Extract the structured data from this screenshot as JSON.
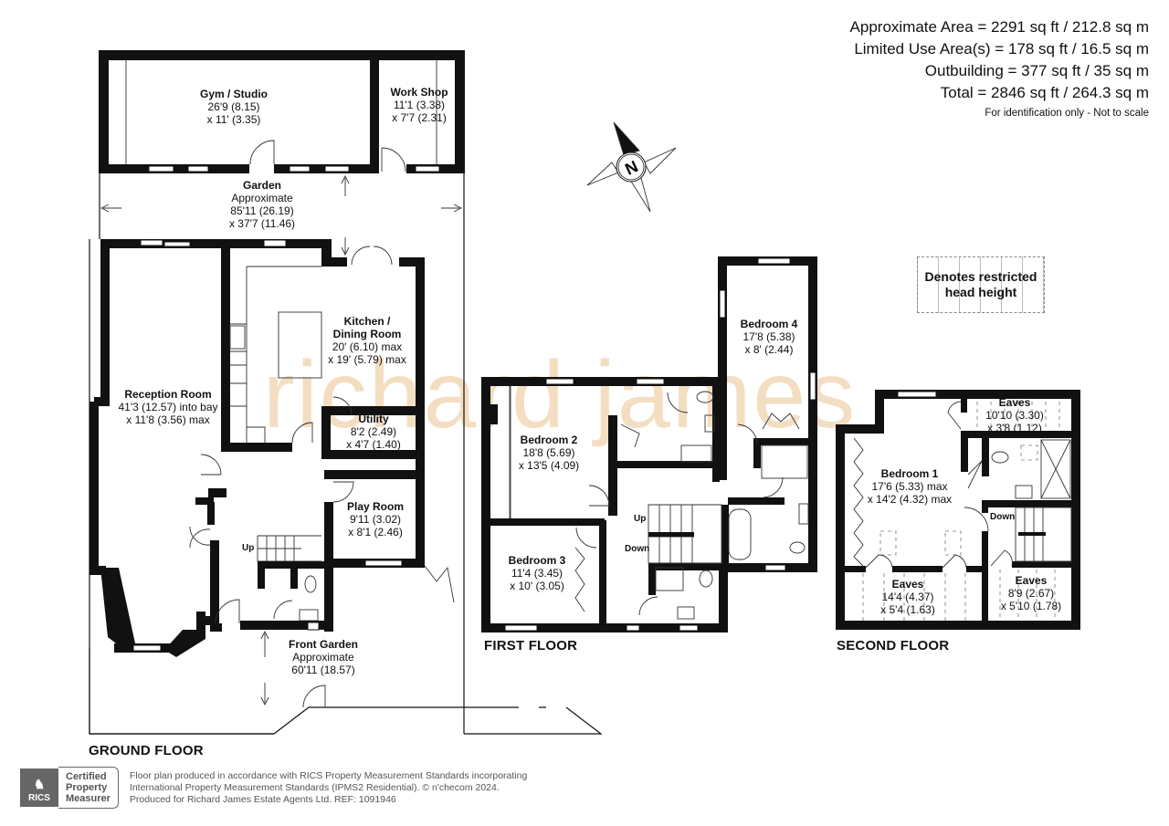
{
  "summary": {
    "approximate_area": "Approximate Area = 2291 sq ft / 212.8 sq m",
    "limited_use_area": "Limited Use Area(s) = 178 sq ft / 16.5 sq m",
    "outbuilding": "Outbuilding = 377 sq ft / 35 sq m",
    "total": "Total = 2846 sq ft / 264.3 sq m",
    "note": "For identification only - Not to scale"
  },
  "compass": {
    "label": "N"
  },
  "legend": {
    "line1": "Denotes restricted",
    "line2": "head height"
  },
  "watermark": "richard james",
  "ground_floor": {
    "title": "GROUND FLOOR",
    "stairs_label": "Up",
    "rooms": [
      {
        "name": "Gym / Studio",
        "dim1": "26'9 (8.15)",
        "dim2": "x 11' (3.35)"
      },
      {
        "name": "Work Shop",
        "dim1": "11'1 (3.38)",
        "dim2": "x 7'7 (2.31)"
      },
      {
        "name": "Garden",
        "dim1": "Approximate",
        "dim2": "85'11 (26.19)",
        "dim3": "x 37'7 (11.46)"
      },
      {
        "name": "Kitchen /",
        "name2": "Dining Room",
        "dim1": "20' (6.10) max",
        "dim2": "x 19' (5.79) max"
      },
      {
        "name": "Reception Room",
        "dim1": "41'3 (12.57) into bay",
        "dim2": "x 11'8 (3.56) max"
      },
      {
        "name": "Utility",
        "dim1": "8'2 (2.49)",
        "dim2": "x 4'7 (1.40)"
      },
      {
        "name": "Play Room",
        "dim1": "9'11 (3.02)",
        "dim2": "x 8'1 (2.46)"
      },
      {
        "name": "Front Garden",
        "dim1": "Approximate",
        "dim2": "60'11 (18.57)"
      }
    ]
  },
  "first_floor": {
    "title": "FIRST FLOOR",
    "stairs_up": "Up",
    "stairs_down": "Down",
    "rooms": [
      {
        "name": "Bedroom 4",
        "dim1": "17'8 (5.38)",
        "dim2": "x 8' (2.44)"
      },
      {
        "name": "Bedroom 2",
        "dim1": "18'8 (5.69)",
        "dim2": "x 13'5 (4.09)"
      },
      {
        "name": "Bedroom 3",
        "dim1": "11'4 (3.45)",
        "dim2": "x 10' (3.05)"
      }
    ]
  },
  "second_floor": {
    "title": "SECOND FLOOR",
    "stairs_down": "Down",
    "rooms": [
      {
        "name": "Eaves",
        "dim1": "10'10 (3.30)",
        "dim2": "x 3'8 (1.12)"
      },
      {
        "name": "Bedroom 1",
        "dim1": "17'6 (5.33) max",
        "dim2": "x 14'2 (4.32) max"
      },
      {
        "name": "Eaves",
        "dim1": "14'4 (4.37)",
        "dim2": "x 5'4 (1.63)"
      },
      {
        "name": "Eaves",
        "dim1": "8'9 (2.67)",
        "dim2": "x 5'10 (1.78)"
      }
    ]
  },
  "footer": {
    "rics_label": "RICS",
    "cert_line1": "Certified",
    "cert_line2": "Property",
    "cert_line3": "Measurer",
    "text_line1": "Floor plan produced in accordance with RICS Property Measurement Standards incorporating",
    "text_line2": "International Property Measurement Standards (IPMS2 Residential).   © n'checom 2024.",
    "text_line3": "Produced for Richard James Estate Agents Ltd.   REF:  1091946"
  },
  "colors": {
    "wall": "#111111",
    "watermark": "#f2d6b3",
    "footer_grey": "#666666"
  }
}
